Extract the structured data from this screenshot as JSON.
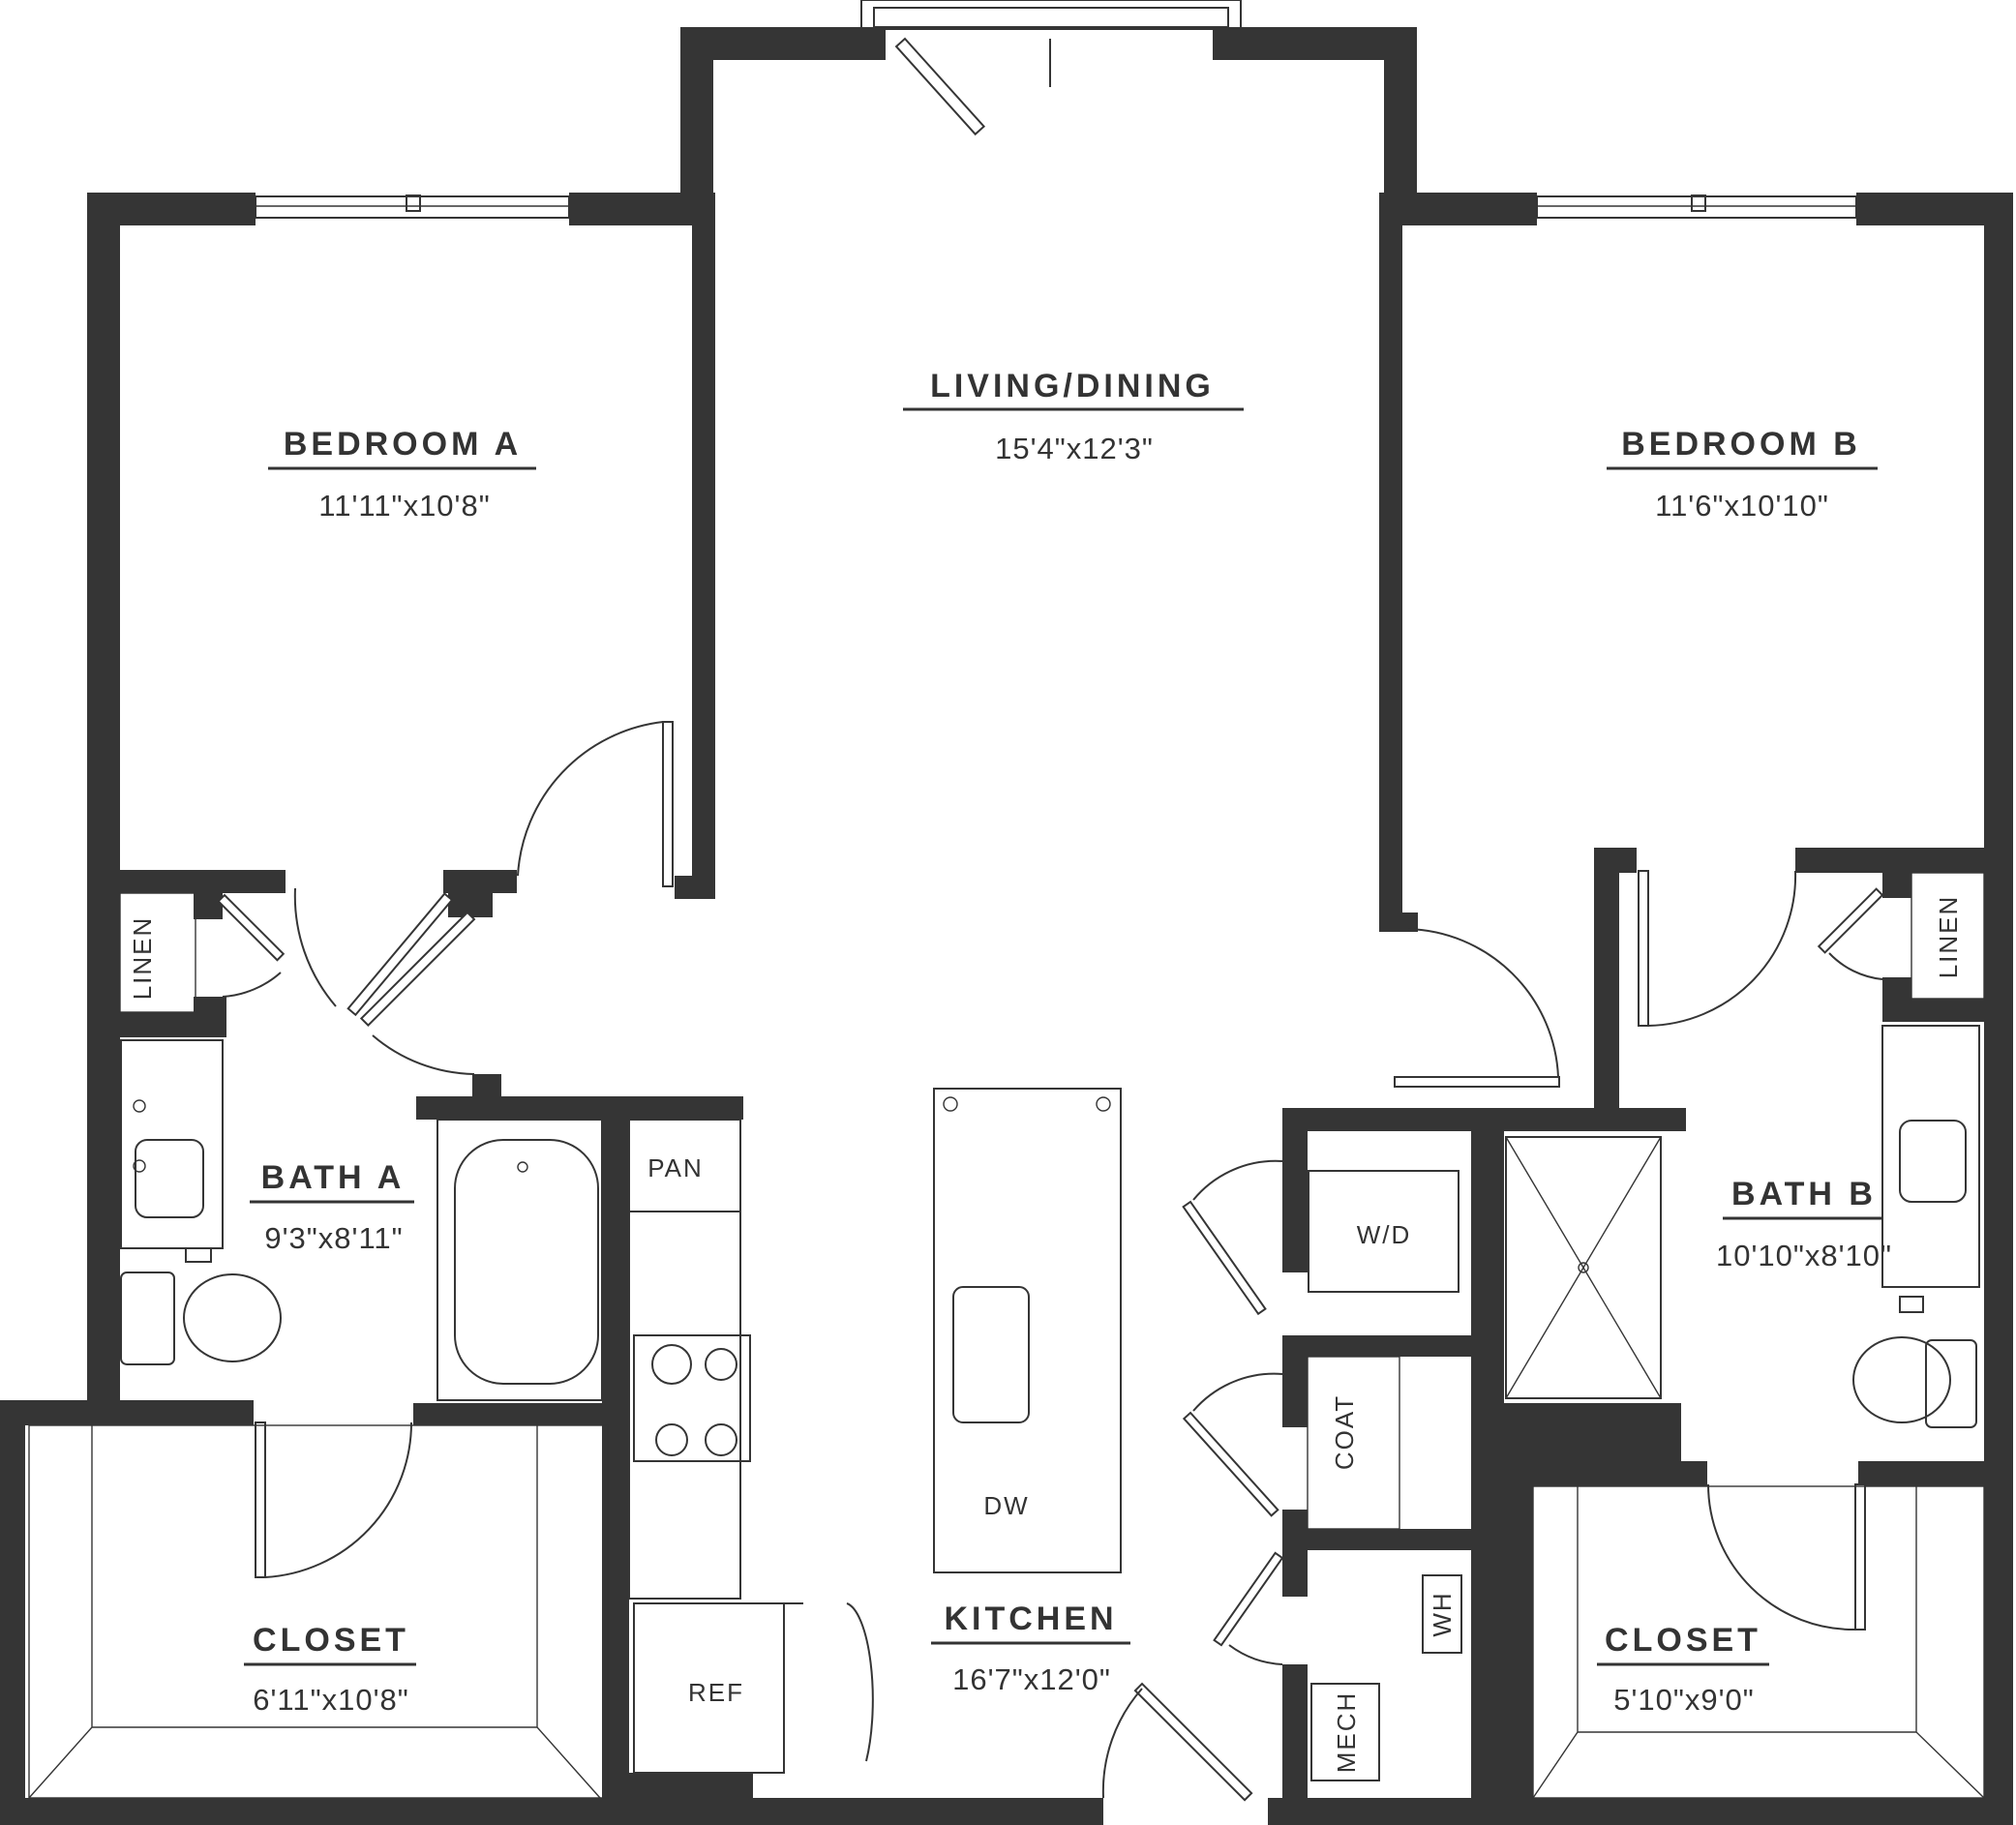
{
  "rooms": [
    {
      "id": "living",
      "name": "LIVING/DINING",
      "size": "15'4\"x12'3\""
    },
    {
      "id": "bedroom_a",
      "name": "BEDROOM A",
      "size": "11'11\"x10'8\""
    },
    {
      "id": "bedroom_b",
      "name": "BEDROOM B",
      "size": "11'6\"x10'10\""
    },
    {
      "id": "bath_a",
      "name": "BATH A",
      "size": "9'3\"x8'11\""
    },
    {
      "id": "bath_b",
      "name": "BATH B",
      "size": "10'10\"x8'10\""
    },
    {
      "id": "closet_a",
      "name": "CLOSET",
      "size": "6'11\"x10'8\""
    },
    {
      "id": "kitchen",
      "name": "KITCHEN",
      "size": "16'7\"x12'0\""
    },
    {
      "id": "closet_b",
      "name": "CLOSET",
      "size": "5'10\"x9'0\""
    }
  ],
  "fixtures": {
    "linen_a": "LINEN",
    "linen_b": "LINEN",
    "pantry": "PAN",
    "washer_dryer": "W/D",
    "coat": "COAT",
    "dishwasher": "DW",
    "refrigerator": "REF",
    "water_heater": "WH",
    "mechanical": "MECH"
  },
  "colors": {
    "wall": "#353535",
    "text": "#333333",
    "background": "#ffffff"
  }
}
